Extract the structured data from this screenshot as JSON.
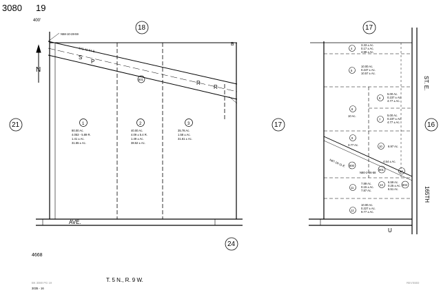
{
  "header": {
    "page_number": "3080",
    "sheet_number": "19",
    "scale_note": "400'"
  },
  "adjacent_pages": {
    "top_left": "18",
    "top_right": "17",
    "left": "21",
    "middle": "17",
    "right": "16",
    "bottom": "24"
  },
  "north_arrow": {
    "label": "N"
  },
  "rail_line": {
    "letters": [
      "S",
      "P",
      "R",
      "R"
    ],
    "bearing_top": "N58-10-28-59",
    "bearing_left": "S71-41-54-E"
  },
  "parcels_left": [
    {
      "num": "1",
      "area_lines": [
        "80.00 Ac.",
        "4.053 - 5.89 R.",
        "1.41 ± Ac.",
        "31.55 ± Ac."
      ]
    },
    {
      "num": "2",
      "area_lines": [
        "40.00 Ac.",
        "4.09 ± 5.4 R.",
        "1.49 ± Ac.",
        "38.52 ± Ac."
      ]
    },
    {
      "num": "3",
      "area_lines": [
        "35.78 Ac.",
        "1.58 ± Ac.",
        "31.61 ± Ac."
      ]
    }
  ],
  "parcels_right": [
    {
      "num": "4",
      "area_lines": [
        "3.33 ± Ac.",
        "0.17 ± Ac.",
        "4.99 ± Ac."
      ]
    },
    {
      "num": "5",
      "area_lines": [
        "10.00 Ac.",
        "0.247 ± Ac.",
        "10.57 ± Ac."
      ]
    },
    {
      "num": "6",
      "area_lines": [
        "5.00 Ac.",
        "0.237 ± Ac.",
        "4.77 ± Ac."
      ]
    },
    {
      "num": "7",
      "area_lines": [
        "5.00 Ac.",
        "0.237 ± Ac.",
        "4.77 ± Ac."
      ]
    },
    {
      "num": "8",
      "area_lines": [
        "10 Ac."
      ]
    },
    {
      "num": "9",
      "area_lines": [
        "3.77 Ac."
      ]
    },
    {
      "num": "10",
      "area_lines": [
        "6.97 Ac."
      ]
    },
    {
      "num": "11",
      "area_lines": [
        "7.89 Ac.",
        "0.15 ± Ac.",
        "7.87 Ac."
      ]
    },
    {
      "num": "12",
      "area_lines": [
        "10.00 Ac.",
        "0.227 ± Ac.",
        "9.77 ± Ac."
      ]
    },
    {
      "num": "13",
      "area_lines": [
        "6.59 Ac.",
        "0.25 ± Ac.",
        "6.51 Ac."
      ]
    },
    {
      "num": "14",
      "area_lines": [
        "4.54 ± Ac."
      ]
    }
  ],
  "right_annotations": {
    "bearing_1": "N87-18-11-E",
    "bearing_2": "N80-2-26-58"
  },
  "labels": {
    "avenue": "AVE.",
    "avenue_suffix": "U",
    "st_e": "ST. E.",
    "st_165": "165TH",
    "township": "T. 5 N., R. 9 W.",
    "bottom_left_code": "4668",
    "bottom_note": "3035 - 16",
    "bottom_faint": "BK 3080 PG 19",
    "bottom_right_faint": "REVISED",
    "parcel_mark_l": "801",
    "parcel_mark_r1": "800",
    "parcel_mark_r2": "801",
    "parcel_mark_r3": "802",
    "corner_b": "B"
  }
}
